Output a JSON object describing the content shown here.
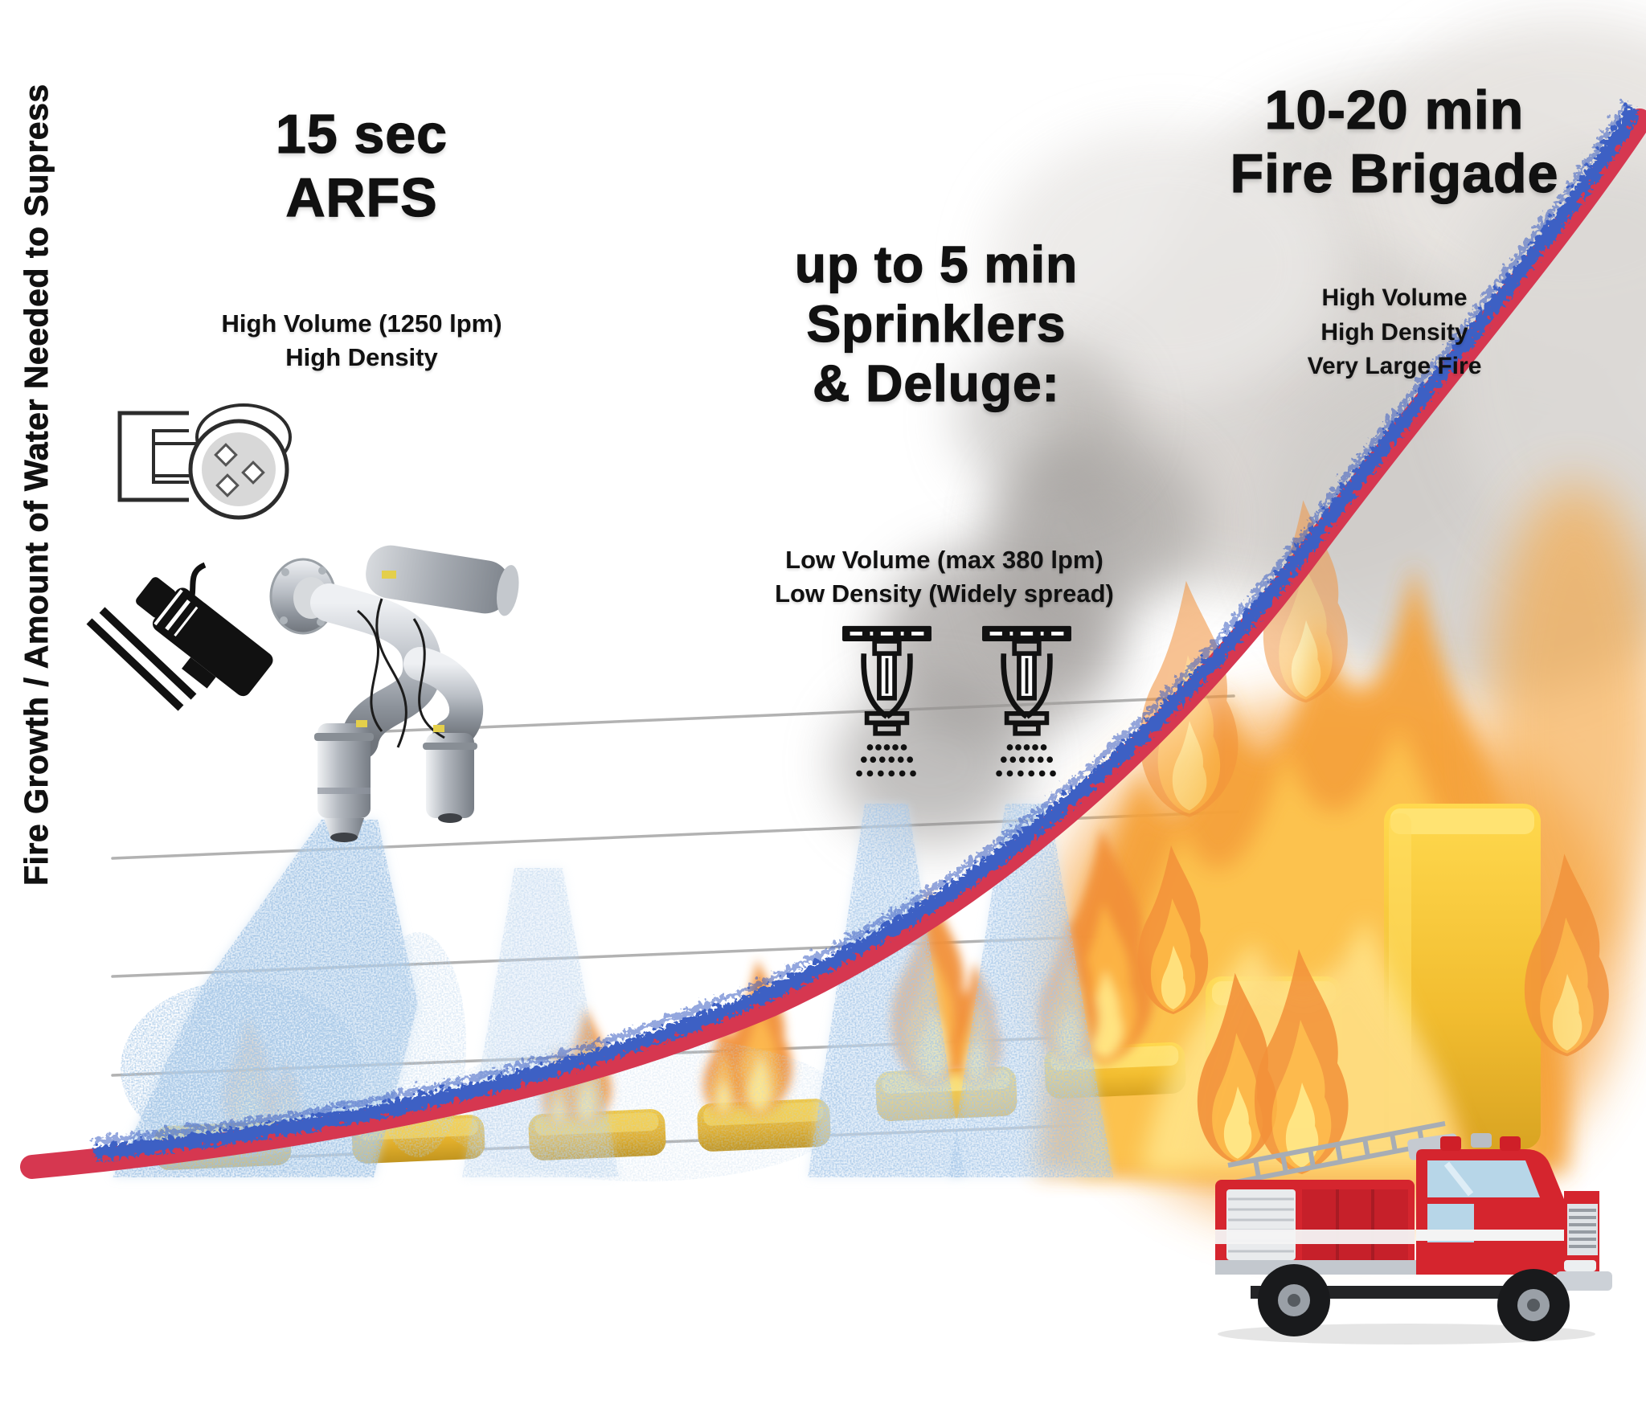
{
  "page": {
    "type": "fire-suppression-infographic",
    "background": "#ffffff"
  },
  "y_axis": {
    "label": "Fire Growth / Amount of Water Needed to Supress"
  },
  "stages": [
    {
      "key": "arfs",
      "title_lines": [
        "15 sec",
        "ARFS"
      ],
      "subtitle_lines": [
        "High Volume (1250 lpm)",
        "High Density"
      ],
      "icons": [
        "flame-detector-icon",
        "cctv-camera-icon",
        "arfs-nozzle-illustration",
        "water-jet-spray"
      ]
    },
    {
      "key": "sprinklers-deluge",
      "title_lines": [
        "up to 5 min",
        "Sprinklers",
        "& Deluge:"
      ],
      "subtitle_lines": [
        "Low Volume (max 380 lpm)",
        "Low Density (Widely spread)"
      ],
      "icons": [
        "sprinkler-head-icon",
        "sprinkler-head-icon",
        "sprinkler-spray",
        "sprinkler-spray"
      ]
    },
    {
      "key": "fire-brigade",
      "title_lines": [
        "10-20 min",
        "Fire Brigade"
      ],
      "subtitle_lines": [
        "High Volume",
        "High Density",
        "Very Large Fire"
      ],
      "icons": [
        "fire-truck-illustration",
        "smoke-cloud",
        "large-fire"
      ]
    }
  ],
  "chart_elements": {
    "curve": {
      "description": "exponential fire-growth curve rising from bottom-left to top-right",
      "outer_stroke": "#d63750",
      "inner_scribble_stroke": "#3e61c4"
    },
    "gridlines": {
      "count": 5,
      "color": "#9a9a9a"
    },
    "fuel_blocks": {
      "count": 8,
      "color": "#eebb2e",
      "note": "yellow blocks grow from small flat slabs at left to a tall burning column at right"
    }
  },
  "colors": {
    "background": "#ffffff",
    "text": "#111111",
    "curve_red": "#d63750",
    "curve_blue": "#3e61c4",
    "block_yellow": "#eebb2e",
    "water_spray": "#c8ddf1",
    "grid_line": "#9a9a9a",
    "flame_orange": "#f59a3c",
    "flame_yellow": "#ffe47e",
    "smoke_gray": "#d8d5d2",
    "truck_red": "#d5252e"
  }
}
